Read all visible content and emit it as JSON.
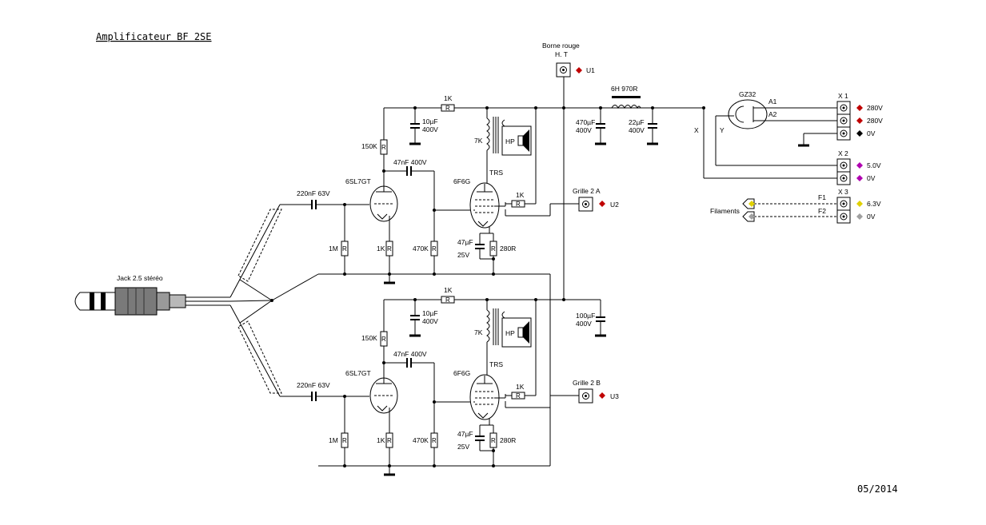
{
  "title": "Amplificateur BF 2SE",
  "date": "05/2014",
  "jack_label": "Jack 2.5 stéréo",
  "ht": {
    "label_top": "Borne rouge",
    "label_sub": "H. T",
    "ref": "U1"
  },
  "choke": "6H 970R",
  "rectifier": {
    "tube": "GZ32",
    "pin_a1": "A1",
    "pin_a2": "A2",
    "pin_x": "X",
    "pin_y": "Y"
  },
  "supply_caps": {
    "c1_value": "470µF",
    "c1_volt": "400V",
    "c2_value": "22µF",
    "c2_volt": "400V",
    "c3_value": "100µF",
    "c3_volt": "400V"
  },
  "connectors": {
    "x1": {
      "name": "X 1",
      "pins": [
        {
          "label": "280V",
          "color": "#c00000"
        },
        {
          "label": "280V",
          "color": "#c00000"
        },
        {
          "label": "0V",
          "color": "#000000"
        }
      ]
    },
    "x2": {
      "name": "X 2",
      "pins": [
        {
          "label": "5.0V",
          "color": "#b000b0"
        },
        {
          "label": "0V",
          "color": "#b000b0"
        }
      ]
    },
    "x3": {
      "name": "X 3",
      "pins": [
        {
          "label": "6.3V",
          "color": "#e0d000"
        },
        {
          "label": "0V",
          "color": "#a0a0a0"
        }
      ]
    }
  },
  "filaments": {
    "label": "Filaments",
    "f1": "F1",
    "f2": "F2"
  },
  "channels": [
    {
      "input_cap": "220nF 63V",
      "grid_res": "1M",
      "cathode_res": "1K",
      "driver": "6SL7GT",
      "plate_res": "150K",
      "decoupling_res": "1K",
      "dec_cap_value": "10µF",
      "dec_cap_volt": "400V",
      "coupling_cap": "47nF 400V",
      "power_grid_res": "470K",
      "power_tube": "6F6G",
      "transformer_imp": "7K",
      "speaker": "HP",
      "transformer": "TRS",
      "g2_res": "1K",
      "grille_label": "Grille 2 A",
      "grille_ref": "U2",
      "kcap_value": "47µF",
      "kcap_volt": "25V",
      "kres": "280R"
    },
    {
      "input_cap": "220nF 63V",
      "grid_res": "1M",
      "cathode_res": "1K",
      "driver": "6SL7GT",
      "plate_res": "150K",
      "decoupling_res": "1K",
      "dec_cap_value": "10µF",
      "dec_cap_volt": "400V",
      "coupling_cap": "47nF 400V",
      "power_grid_res": "470K",
      "power_tube": "6F6G",
      "transformer_imp": "7K",
      "speaker": "HP",
      "transformer": "TRS",
      "g2_res": "1K",
      "grille_label": "Grille 2 B",
      "grille_ref": "U3",
      "kcap_value": "47µF",
      "kcap_volt": "25V",
      "kres": "280R"
    }
  ],
  "resistor_symbol": "R",
  "colors": {
    "red": "#c00000",
    "black": "#000000",
    "purple": "#b000b0",
    "yellow": "#e0d000",
    "grey": "#a0a0a0"
  }
}
